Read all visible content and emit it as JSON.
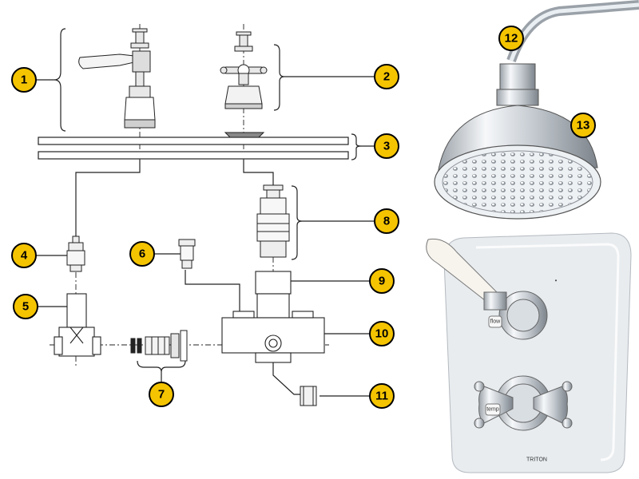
{
  "callouts": [
    {
      "id": 1,
      "label": "1"
    },
    {
      "id": 2,
      "label": "2"
    },
    {
      "id": 3,
      "label": "3"
    },
    {
      "id": 4,
      "label": "4"
    },
    {
      "id": 5,
      "label": "5"
    },
    {
      "id": 6,
      "label": "6"
    },
    {
      "id": 7,
      "label": "7"
    },
    {
      "id": 8,
      "label": "8"
    },
    {
      "id": 9,
      "label": "9"
    },
    {
      "id": 10,
      "label": "10"
    },
    {
      "id": 11,
      "label": "11"
    },
    {
      "id": 12,
      "label": "12"
    },
    {
      "id": 13,
      "label": "13"
    }
  ],
  "product": {
    "brand_mark": "TRITON",
    "upper_handle_text": "flow",
    "lower_handle_text": "temp"
  },
  "colors": {
    "callout_fill": "#F5C400",
    "callout_stroke": "#000000",
    "line": "#222222",
    "chrome": "#C8CDD2",
    "chrome_dark": "#8A9097",
    "plate": "#E4E8EC"
  }
}
